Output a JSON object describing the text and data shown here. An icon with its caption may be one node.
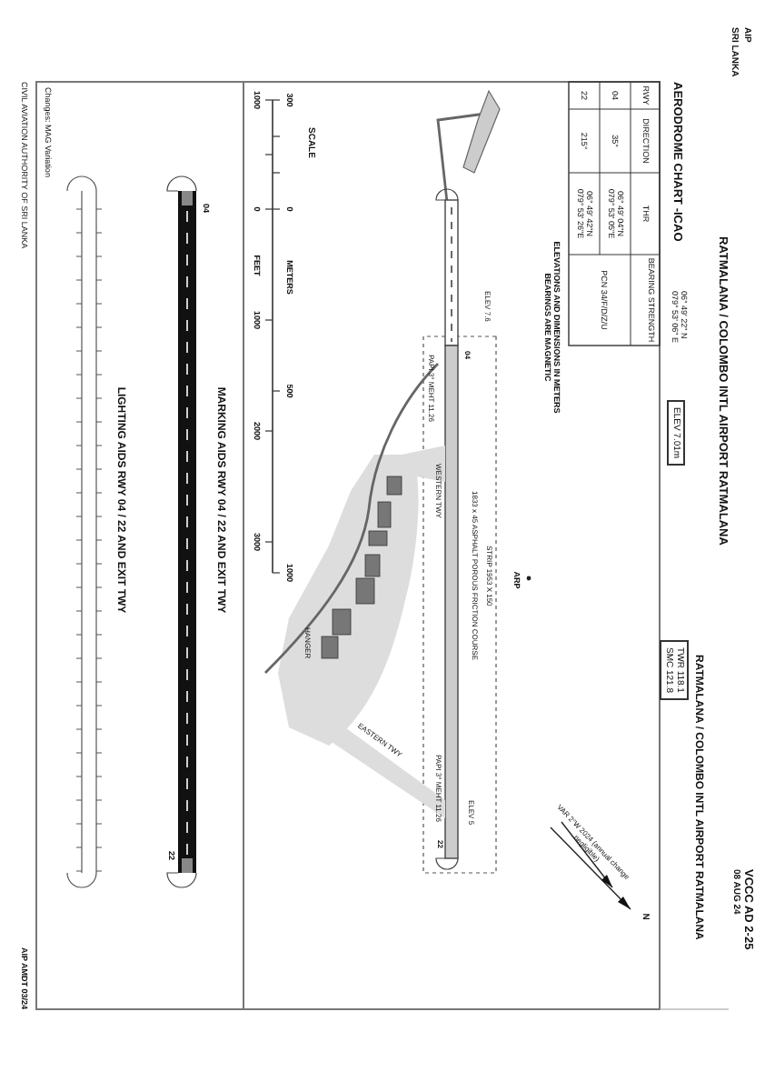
{
  "diagram": {
    "title": "AERODROME CHART -ICAO",
    "nodes": [
      {
        "text": [
          "ELEV 7.01m"
        ]
      },
      {
        "text": [
          "TWR 118.1",
          "SMC 121.8"
        ]
      }
    ],
    "labels": [
      "AIP",
      "SRI LANKA",
      "06° 49' 22\" N 079° 53' 06\" E",
      "RATMALANA / COLOMBO INTL AIRPORT RATMALANA",
      "VCCC AD 2-25",
      "08 AUG 24",
      "RATMALANA / COLOMBO INTL AIRPORT RATMALANA",
      "RWY",
      "DIRECTION",
      "THR",
      "BEARING STRENGTH",
      "04",
      "35°",
      "06° 49' 04\"N 079° 53' 05\"E",
      "PCN 34/F/D/Z/U",
      "22",
      "215°",
      "06° 49' 42\"N 079° 53' 26\"E",
      "ELEVATIONS AND DIMENSIONS IN METERS BEARINGS ARE MAGNETIC",
      "ARP",
      "VAR 2°W 2024 (annual change negligible)",
      "N",
      "ELEV 7.6",
      "04",
      "PAPI 3° MEHT 11.26",
      "STRIP 1953 X 150",
      "1833 x 45 ASPHALT POROUS FRICTION COURSE",
      "WESTERN TWY",
      "HANGER",
      "EASTERN TWY",
      "PAPI 3° MEHT 11.26",
      "ELEV 5",
      "22",
      "SCALE",
      "300",
      "0",
      "METERS",
      "500",
      "1000",
      "1000",
      "0",
      "FEET",
      "1000",
      "2000",
      "3000",
      "MARKING AIDS RWY 04 / 22 AND EXIT TWY",
      "04",
      "22",
      "LIGHTING AIDS RWY 04 / 22 AND EXIT TWY",
      "Changes: MAG Variation",
      "CIVIL AVIATION AUTHORITY OF SRI LANKA",
      "AIP AMDT 03/24"
    ]
  }
}
